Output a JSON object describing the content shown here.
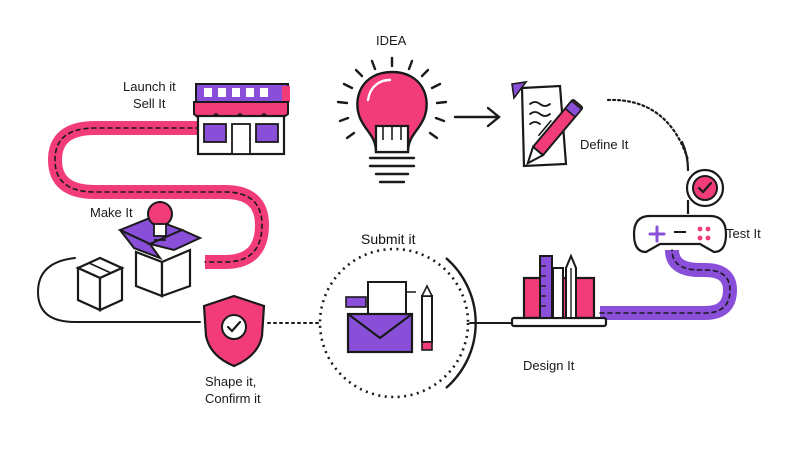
{
  "steps": {
    "idea": {
      "label": "IDEA"
    },
    "define": {
      "label": "Define It"
    },
    "test": {
      "label": "Test It"
    },
    "design": {
      "label": "Design It"
    },
    "submit": {
      "label": "Submit it"
    },
    "shape": {
      "label_line1": "Shape it,",
      "label_line2": "Confirm it"
    },
    "make": {
      "label": "Make It"
    },
    "launch": {
      "label_line1": "Launch it",
      "label_line2": "Sell It"
    }
  },
  "colors": {
    "accent_pink": "#f23c7a",
    "accent_purple": "#8a4fd8",
    "outline": "#1a1a1a",
    "background": "#ffffff"
  },
  "icons": [
    "lightbulb-icon",
    "arrow-right-icon",
    "document-pen-icon",
    "gamepad-icon",
    "checkmark-badge-icon",
    "books-pencil-icon",
    "envelope-paper-icon",
    "shield-check-icon",
    "open-box-lightbulb-icon",
    "boxes-icon",
    "storefront-icon"
  ]
}
